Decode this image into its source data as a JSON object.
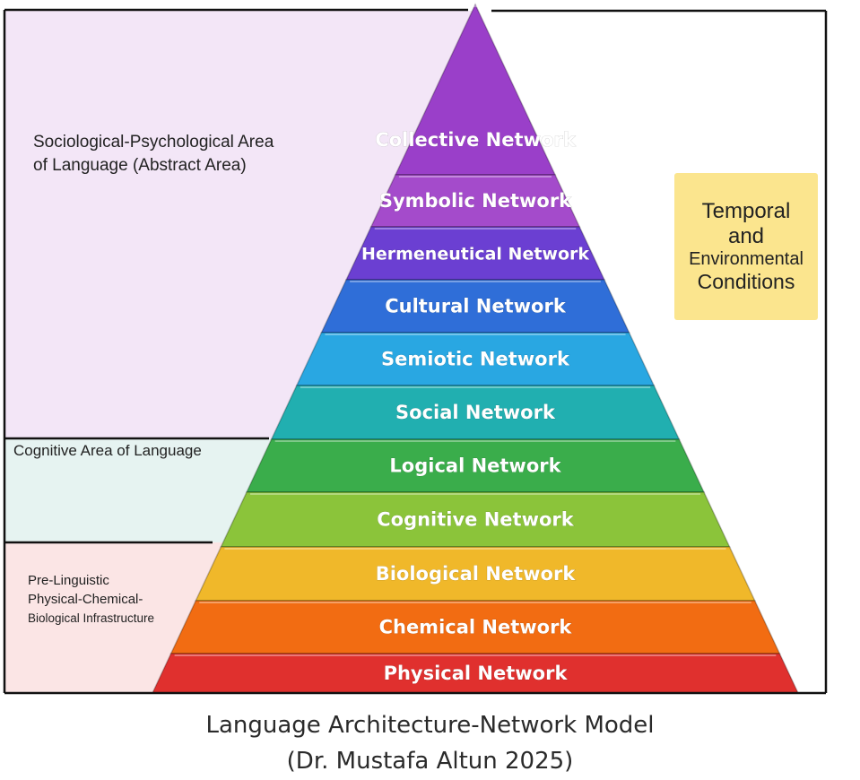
{
  "areas": {
    "sociological": [
      "Sociological-Psychological Area",
      "of Language (Abstract Area)"
    ],
    "cognitive": "Cognitive Area of Language",
    "prelinguistic": [
      "Pre-Linguistic",
      "Physical-Chemical-",
      "Biological Infrastructure"
    ]
  },
  "temporal": [
    "Temporal",
    "and",
    "Environmental",
    "Conditions"
  ],
  "layers": [
    {
      "label": "Collective Network",
      "color": "#9a3fc9"
    },
    {
      "label": "Symbolic Network",
      "color": "#a44bcb"
    },
    {
      "label": "Hermeneutical Network",
      "color": "#6b3fd2"
    },
    {
      "label": "Cultural Network",
      "color": "#2f6ed8"
    },
    {
      "label": "Semiotic Network",
      "color": "#29a7e2"
    },
    {
      "label": "Social Network",
      "color": "#21afb0"
    },
    {
      "label": "Logical Network",
      "color": "#3aad4b"
    },
    {
      "label": "Cognitive Network",
      "color": "#8bc43a"
    },
    {
      "label": "Biological Network",
      "color": "#f0b82a"
    },
    {
      "label": "Chemical Network",
      "color": "#f26c12"
    },
    {
      "label": "Physical Network",
      "color": "#e0302e"
    }
  ],
  "title": [
    "Language Architecture-Network Model",
    "(Dr. Mustafa Altun 2025)"
  ]
}
